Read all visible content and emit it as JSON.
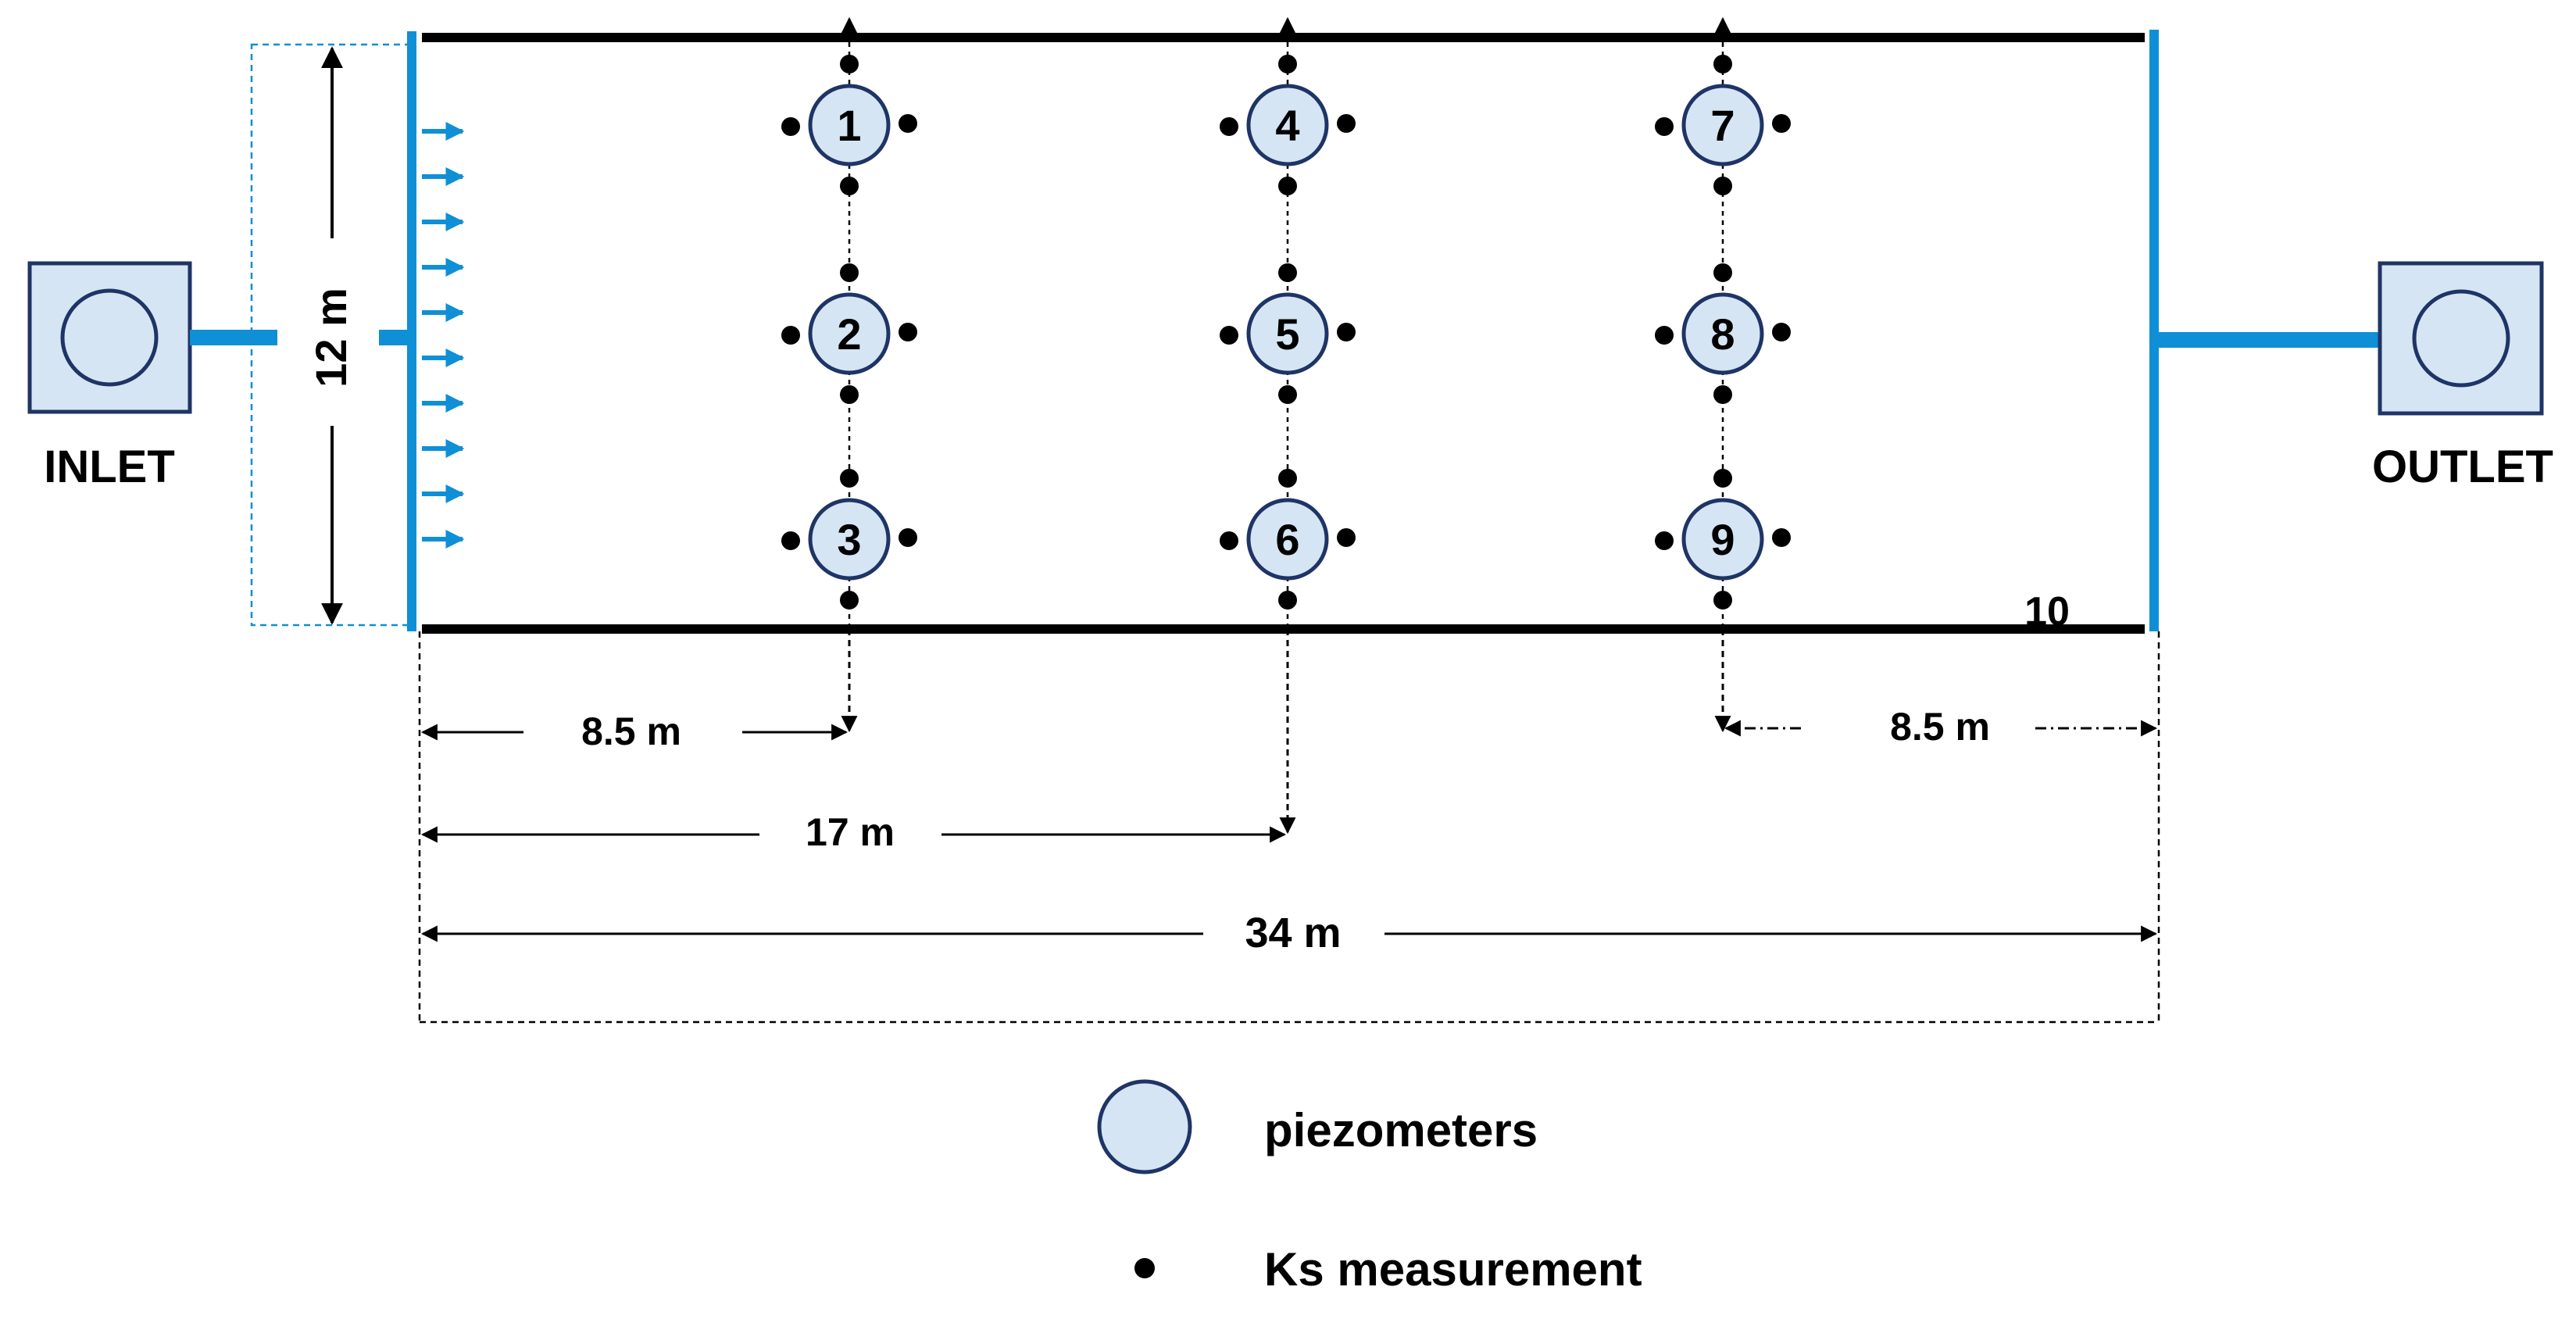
{
  "inlet": {
    "label": "INLET"
  },
  "outlet": {
    "label": "OUTLET"
  },
  "dimensions": {
    "width": "12 m",
    "first_row": "8.5 m",
    "middle_row": "17 m",
    "last_row": "8.5 m",
    "total_length": "34 m"
  },
  "piezometers": [
    "1",
    "2",
    "3",
    "4",
    "5",
    "6",
    "7",
    "8",
    "9"
  ],
  "corner_label": "10",
  "legend": {
    "piezometers": "piezometers",
    "ks": "Ks measurement"
  },
  "colors": {
    "pipe_blue": "#0f8fd6",
    "piezometer_fill": "#d5e5f3",
    "piezometer_stroke": "#1f3466",
    "line": "#000000"
  }
}
